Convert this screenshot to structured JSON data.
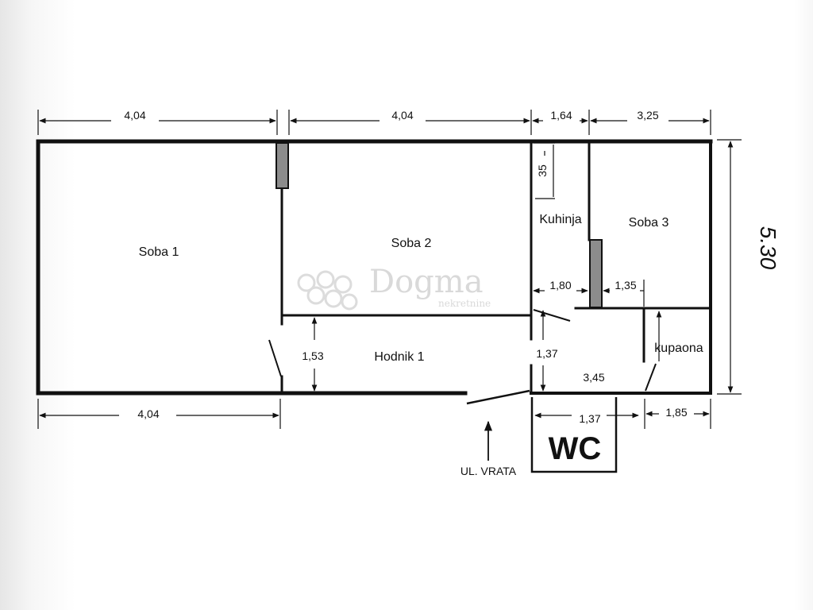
{
  "watermark": {
    "brand": "Dogma",
    "tagline": "nekretnine"
  },
  "rooms": {
    "soba1": "Soba 1",
    "soba2": "Soba 2",
    "soba3": "Soba 3",
    "kuhinja": "Kuhinja",
    "hodnik": "Hodnik 1",
    "kupaona": "kupaona",
    "wc": "WC"
  },
  "dimensions": {
    "top_1": "4,04",
    "top_2": "4,04",
    "top_3": "1,64",
    "top_4": "3,25",
    "height_total": "5.30",
    "kitchen_niche": "35",
    "kitchen_width": "1,80",
    "soba3_wall": "1,35",
    "hall_height": "1,53",
    "passage_height": "1,37",
    "passage_width": "3,45",
    "bottom_left": "4,04",
    "wc_width": "1,37",
    "bath_width": "1,85"
  },
  "labels": {
    "entrance": "UL. VRATA"
  },
  "colors": {
    "wall": "#111111",
    "column": "#8c8c8c"
  }
}
